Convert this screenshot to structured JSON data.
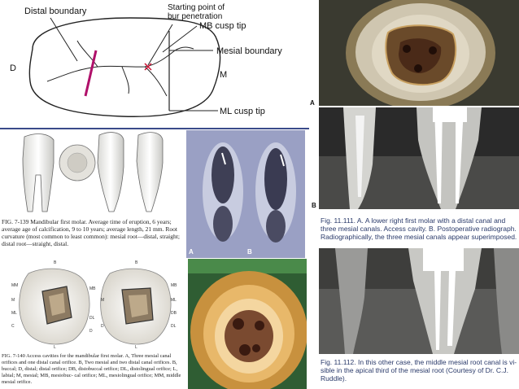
{
  "diagram": {
    "labels": {
      "distal_boundary": "Distal boundary",
      "starting_point": "Starting point of",
      "starting_point_2": "bur penetration",
      "mb_cusp_tip": "MB cusp tip",
      "mesial_boundary": "Mesial boundary",
      "d": "D",
      "m": "M",
      "ml_cusp_tip": "ML cusp tip"
    },
    "colors": {
      "boundary_line": "#b0106a",
      "starting_point_mark": "#cc1133"
    }
  },
  "left_plate": {
    "caption_1": "FIG. 7-139 Mandibular first molar. Average time of eruption, 6 years; average age of calcification, 9 to 10 years; average length, 21 mm.",
    "caption_2": "Root curvature (most common to least common): mesial root—distal, straight; distal root—straight, distal.",
    "letters": {
      "a": "A",
      "b": "B"
    }
  },
  "access_plate": {
    "caption_1": "FIG. 7-140 Access cavities for the mandibular first molar. A, Three mesial canal orifices and one distal canal orifice. B, Two mesial and",
    "caption_2": "two distal canal orifices. B, buccal; D, distal; distal orifice; DB, distobuccal orifice; DL, distolingual orifice; L, labial; M, mesial; MB, mesiobuc-",
    "caption_3": "cal orifice; ML, mesiolingual orifice; MM, middle mesial orifice.",
    "labels_a": {
      "b": "B",
      "mm": "MM",
      "m": "M",
      "ml": "ML",
      "c": "C",
      "l": "L",
      "mb": "MB",
      "dl": "DL",
      "d": "D"
    },
    "labels_b": {
      "b": "B",
      "mb": "MB",
      "ml": "ML",
      "m": "M",
      "db": "DB",
      "dl": "DL",
      "d": "D",
      "l": "L"
    }
  },
  "right_column": {
    "letter_a": "A",
    "letter_b": "B",
    "fig_111_line1": "Fig. 11.111. A. A lower right first molar with a distal canal and",
    "fig_111_line2": "three mesial canals. Access cavity. B. Postoperative radiograph.",
    "fig_111_line3": "Radiographically, the three mesial canals appear superimposed.",
    "fig_112_line1": "Fig. 11.112. In this other case, the middle mesial root canal is vi-",
    "fig_112_line2": "sible in the apical third of the mesial root (Courtesy of Dr. C.J.",
    "fig_112_line3": "Ruddle)."
  }
}
